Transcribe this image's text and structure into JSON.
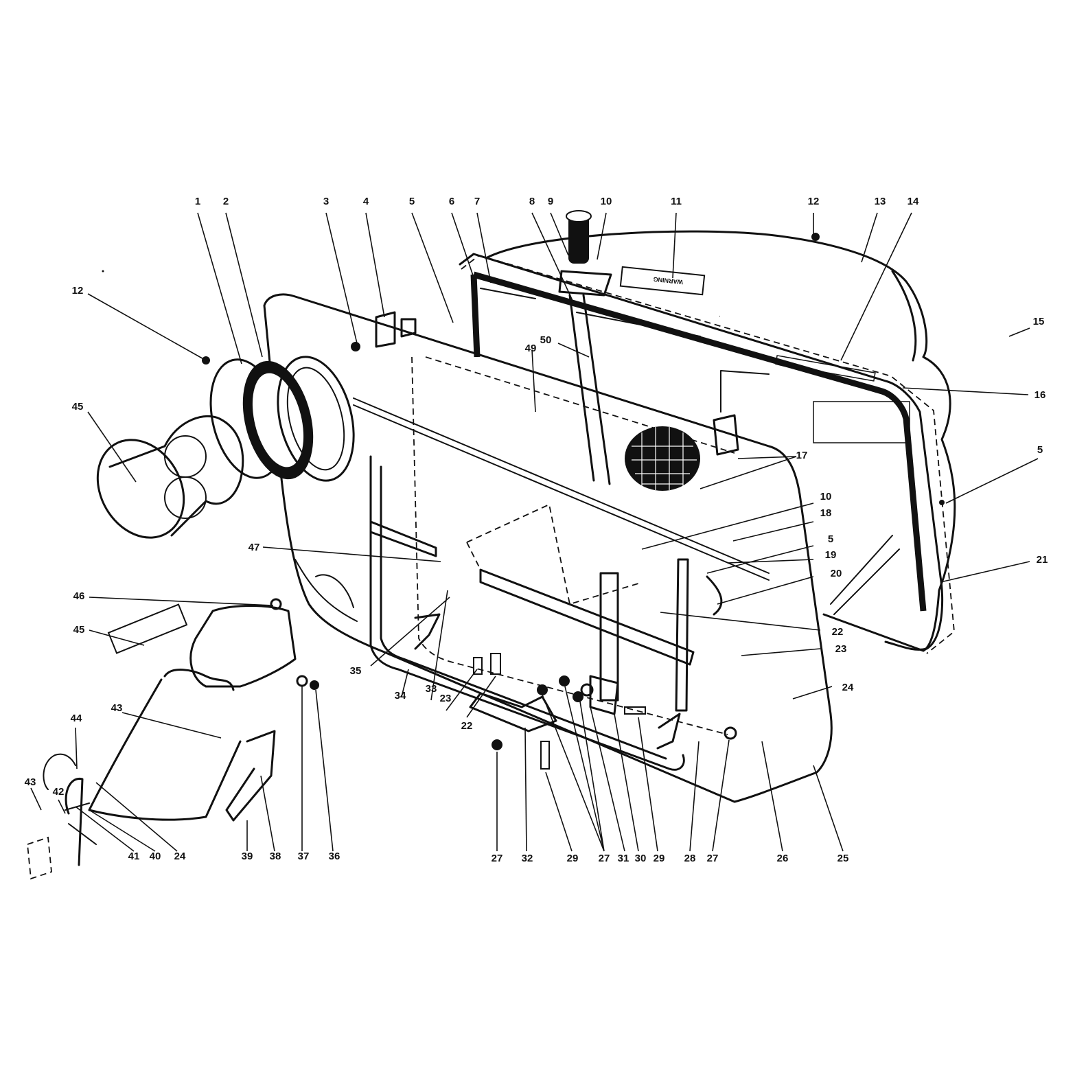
{
  "decal_text": "WARNING",
  "callouts": [
    {
      "id": "c1",
      "label": "1"
    },
    {
      "id": "c2",
      "label": "2"
    },
    {
      "id": "c3",
      "label": "3"
    },
    {
      "id": "c4",
      "label": "4"
    },
    {
      "id": "c5a",
      "label": "5"
    },
    {
      "id": "c6",
      "label": "6"
    },
    {
      "id": "c7",
      "label": "7"
    },
    {
      "id": "c8",
      "label": "8"
    },
    {
      "id": "c9",
      "label": "9"
    },
    {
      "id": "c10a",
      "label": "10"
    },
    {
      "id": "c11",
      "label": "11"
    },
    {
      "id": "c12a",
      "label": "12"
    },
    {
      "id": "c13",
      "label": "13"
    },
    {
      "id": "c14",
      "label": "14"
    },
    {
      "id": "c15",
      "label": "15"
    },
    {
      "id": "c16",
      "label": "16"
    },
    {
      "id": "c5b",
      "label": "5"
    },
    {
      "id": "c17",
      "label": "17"
    },
    {
      "id": "c10b",
      "label": "10"
    },
    {
      "id": "c18",
      "label": "18"
    },
    {
      "id": "c5c",
      "label": "5"
    },
    {
      "id": "c19",
      "label": "19"
    },
    {
      "id": "c20",
      "label": "20"
    },
    {
      "id": "c21",
      "label": "21"
    },
    {
      "id": "c22a",
      "label": "22"
    },
    {
      "id": "c23a",
      "label": "23"
    },
    {
      "id": "c24a",
      "label": "24"
    },
    {
      "id": "c12b",
      "label": "12"
    },
    {
      "id": "c45a",
      "label": "45"
    },
    {
      "id": "c47",
      "label": "47"
    },
    {
      "id": "c46",
      "label": "46"
    },
    {
      "id": "c45b",
      "label": "45"
    },
    {
      "id": "c50",
      "label": "50"
    },
    {
      "id": "c49",
      "label": "49"
    },
    {
      "id": "c35",
      "label": "35"
    },
    {
      "id": "c34",
      "label": "34"
    },
    {
      "id": "c33",
      "label": "33"
    },
    {
      "id": "c23b",
      "label": "23"
    },
    {
      "id": "c22b",
      "label": "22"
    },
    {
      "id": "c43a",
      "label": "43"
    },
    {
      "id": "c44",
      "label": "44"
    },
    {
      "id": "c43b",
      "label": "43"
    },
    {
      "id": "c42",
      "label": "42"
    },
    {
      "id": "c41",
      "label": "41"
    },
    {
      "id": "c40",
      "label": "40"
    },
    {
      "id": "c24b",
      "label": "24"
    },
    {
      "id": "c39",
      "label": "39"
    },
    {
      "id": "c38",
      "label": "38"
    },
    {
      "id": "c37",
      "label": "37"
    },
    {
      "id": "c36",
      "label": "36"
    },
    {
      "id": "c27a",
      "label": "27"
    },
    {
      "id": "c32",
      "label": "32"
    },
    {
      "id": "c29a",
      "label": "29"
    },
    {
      "id": "c27b",
      "label": "27"
    },
    {
      "id": "c31",
      "label": "31"
    },
    {
      "id": "c30",
      "label": "30"
    },
    {
      "id": "c29b",
      "label": "29"
    },
    {
      "id": "c28",
      "label": "28"
    },
    {
      "id": "c27c",
      "label": "27"
    },
    {
      "id": "c26",
      "label": "26"
    },
    {
      "id": "c25",
      "label": "25"
    }
  ]
}
